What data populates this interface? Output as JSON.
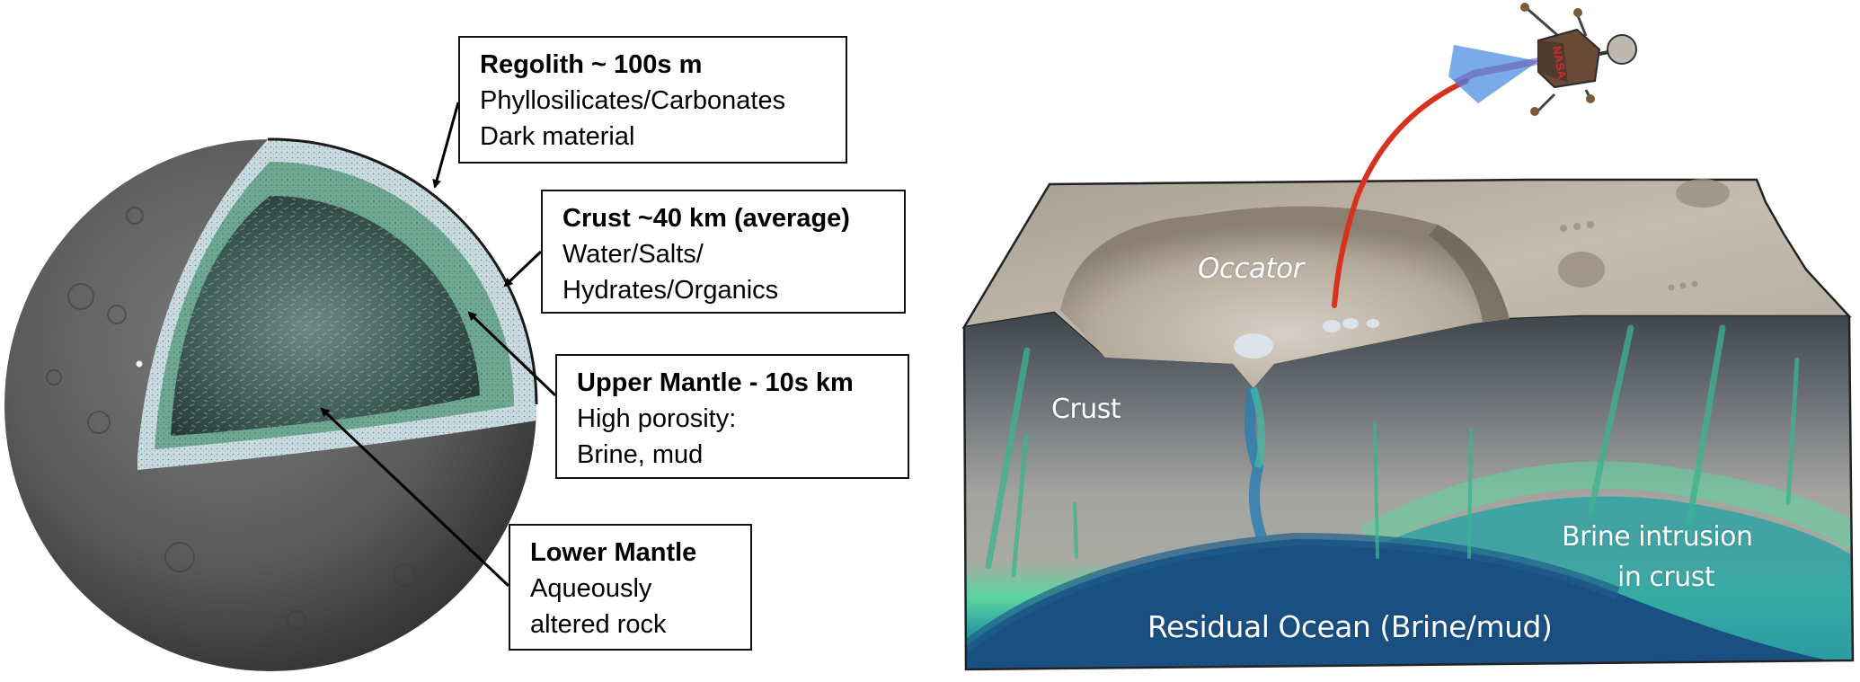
{
  "figure": {
    "left_panel": {
      "subject": "Ceres interior cutaway sphere",
      "callouts": [
        {
          "title": "Regolith ~ 100s m",
          "lines": [
            "Phyllosilicates/Carbonates",
            "Dark material"
          ]
        },
        {
          "title": "Crust ~40 km (average)",
          "lines": [
            "Water/Salts/",
            "Hydrates/Organics"
          ]
        },
        {
          "title": "Upper Mantle - 10s km",
          "lines": [
            "High porosity:",
            "Brine, mud"
          ]
        },
        {
          "title": "Lower Mantle",
          "lines": [
            "Aqueously",
            "altered rock"
          ]
        }
      ],
      "layer_colors": {
        "surface": "#5a5a5a",
        "regolith": "#c9dbe0",
        "crust": "#6fa892",
        "mantle": "#36504c"
      }
    },
    "right_panel": {
      "subject": "Occator crater cross-section block",
      "labels": {
        "crater": "Occator",
        "crust": "Crust",
        "brine_intrusion_line1": "Brine intrusion",
        "brine_intrusion_line2": "in crust",
        "ocean": "Residual Ocean (Brine/mud)"
      },
      "lander_marking": "NASA",
      "colors": {
        "surface": "#bdb3a7",
        "crust_top": "#3c4348",
        "crust_mid": "#9a9a98",
        "brine_green": "#5cd6a0",
        "brine_teal": "#2fa3a3",
        "ocean": "#1a4f82",
        "trajectory": "#d8321e",
        "plume": "#4f8ee0"
      }
    }
  }
}
